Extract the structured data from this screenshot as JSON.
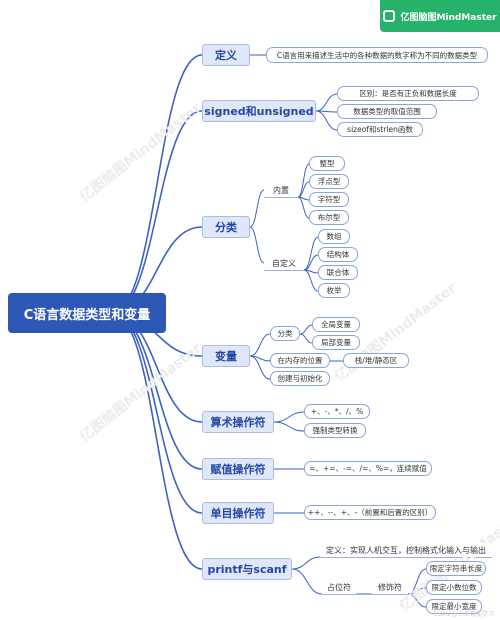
{
  "brand": {
    "text": "亿图脑图MindMaster"
  },
  "watermark": {
    "text": "亿图脑图MindMaster"
  },
  "footer": "CSDN @人工智能学习",
  "root": "C语言数据类型和变量",
  "definition": {
    "label": "定义",
    "text": "C语言用来描述生活中的各种数据的数字称为不同的数据类型"
  },
  "signed": {
    "label": "signed和unsigned",
    "items": [
      "区别：是否有正负和数据长度",
      "数据类型的取值范围",
      "sizeof和strlen函数"
    ]
  },
  "category": {
    "label": "分类",
    "builtin": {
      "label": "内置",
      "items": [
        "整型",
        "浮点型",
        "字符型",
        "布尔型"
      ]
    },
    "custom": {
      "label": "自定义",
      "items": [
        "数组",
        "结构体",
        "联合体",
        "枚举"
      ]
    }
  },
  "variable": {
    "label": "变量",
    "classify": {
      "label": "分类",
      "items": [
        "全局变量",
        "局部变量"
      ]
    },
    "storage": {
      "label": "在内存的位置",
      "value": "栈/堆/静态区"
    },
    "init": "创建与初始化"
  },
  "arith": {
    "label": "算术操作符",
    "items": [
      "+、-、*、/、%",
      "强制类型转换"
    ]
  },
  "assign": {
    "label": "赋值操作符",
    "items": [
      "=、+=、-=、/=、%=，连续赋值"
    ]
  },
  "unary": {
    "label": "单目操作符",
    "items": [
      "++、--、+、-（前置和后置的区别）"
    ]
  },
  "io": {
    "label": "printf与scanf",
    "definition": "定义：实现人机交互，控制格式化输入与输出",
    "placeholder": "占位符",
    "modifier": "修饰符",
    "items": [
      "限定字符串长度",
      "限定小数位数",
      "限定最小宽度"
    ]
  },
  "colors": {
    "root": "#2d57b5",
    "main_fill": "#dfe7f8",
    "line": "#3b62c4",
    "brand": "#27b26b"
  }
}
